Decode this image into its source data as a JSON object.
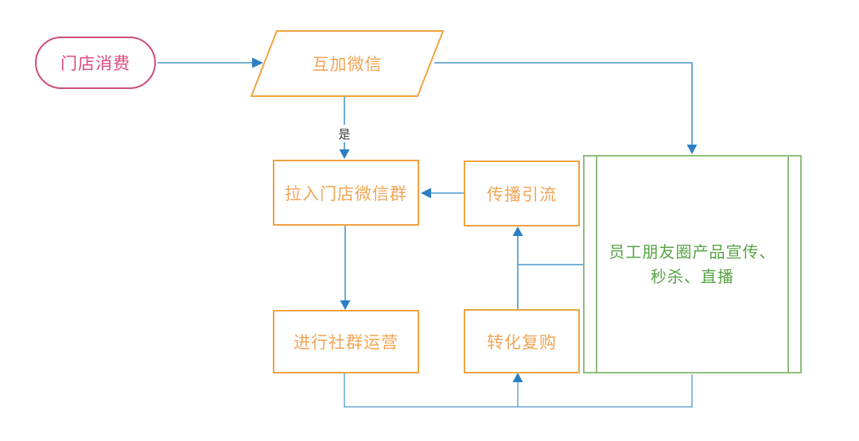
{
  "diagram": {
    "type": "flowchart",
    "nodes": {
      "store_consumption": {
        "label": "门店消费",
        "shape": "stadium"
      },
      "add_wechat": {
        "label": "互加微信",
        "shape": "parallelogram"
      },
      "join_group": {
        "label": "拉入门店微信群",
        "shape": "rect"
      },
      "spread_traffic": {
        "label": "传播引流",
        "shape": "rect"
      },
      "community_ops": {
        "label": "进行社群运营",
        "shape": "rect"
      },
      "convert_repurchase": {
        "label": "转化复购",
        "shape": "rect"
      },
      "moments_promo": {
        "label_line1": "员工朋友圈产品宣传、",
        "label_line2": "秒杀、直播",
        "shape": "predefined-process"
      }
    },
    "edge_labels": {
      "yes": "是"
    },
    "edges": [
      {
        "from": "门店消费",
        "to": "互加微信"
      },
      {
        "from": "互加微信",
        "to": "拉入门店微信群",
        "label": "是"
      },
      {
        "from": "互加微信",
        "to": "员工朋友圈产品宣传、秒杀、直播"
      },
      {
        "from": "传播引流",
        "to": "拉入门店微信群"
      },
      {
        "from": "拉入门店微信群",
        "to": "进行社群运营"
      },
      {
        "from": "转化复购",
        "to": "传播引流"
      },
      {
        "from": "员工朋友圈产品宣传、秒杀、直播",
        "to": "转化复购与传播引流之间的连线"
      },
      {
        "from": "进行社群运营",
        "to": "转化复购"
      },
      {
        "from": "员工朋友圈产品宣传、秒杀、直播",
        "to": "转化复购"
      }
    ],
    "colors": {
      "pink_border": "#cf4d78",
      "pink_text": "#e0497e",
      "orange_border": "#f0a240",
      "orange_text": "#f2a556",
      "green_border": "#8cbf7e",
      "green_text": "#57a345",
      "connector_blue": "#4697cb",
      "connector_blue_light": "#8abddd",
      "arrowhead_blue": "#2b7fc3",
      "edge_label_text": "#3a3a3a",
      "background": "#ffffff"
    }
  }
}
